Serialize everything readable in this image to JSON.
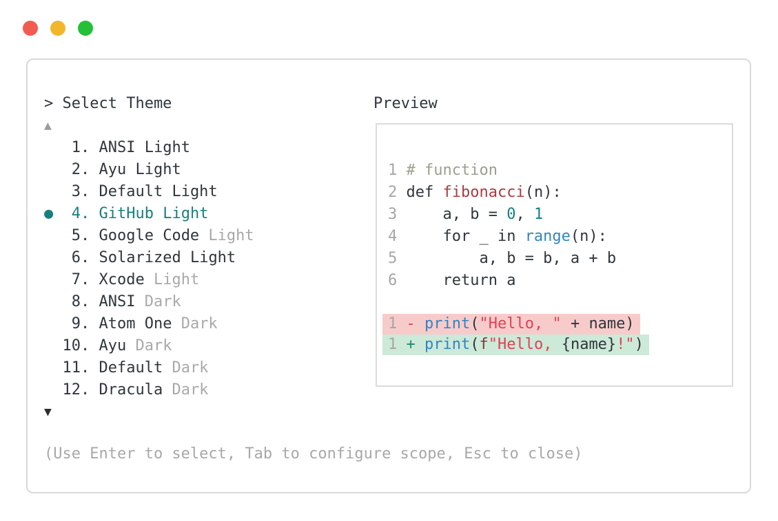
{
  "window": {
    "traffic_lights": [
      {
        "name": "close",
        "color": "#f25c50"
      },
      {
        "name": "minimize",
        "color": "#f1b62c"
      },
      {
        "name": "zoom",
        "color": "#24c038"
      }
    ]
  },
  "selector": {
    "prompt": "> Select Theme",
    "scroll_up": "▲",
    "scroll_down": "▼",
    "bullet": "●",
    "items": [
      {
        "num": "1",
        "name": "ANSI",
        "variant": "Light",
        "variant_dimmed": false,
        "selected": false
      },
      {
        "num": "2",
        "name": "Ayu",
        "variant": "Light",
        "variant_dimmed": false,
        "selected": false
      },
      {
        "num": "3",
        "name": "Default",
        "variant": "Light",
        "variant_dimmed": false,
        "selected": false
      },
      {
        "num": "4",
        "name": "GitHub",
        "variant": "Light",
        "variant_dimmed": false,
        "selected": true
      },
      {
        "num": "5",
        "name": "Google Code",
        "variant": "Light",
        "variant_dimmed": true,
        "selected": false
      },
      {
        "num": "6",
        "name": "Solarized",
        "variant": "Light",
        "variant_dimmed": false,
        "selected": false
      },
      {
        "num": "7",
        "name": "Xcode",
        "variant": "Light",
        "variant_dimmed": true,
        "selected": false
      },
      {
        "num": "8",
        "name": "ANSI",
        "variant": "Dark",
        "variant_dimmed": true,
        "selected": false
      },
      {
        "num": "9",
        "name": "Atom One",
        "variant": "Dark",
        "variant_dimmed": true,
        "selected": false
      },
      {
        "num": "10",
        "name": "Ayu",
        "variant": "Dark",
        "variant_dimmed": true,
        "selected": false
      },
      {
        "num": "11",
        "name": "Default",
        "variant": "Dark",
        "variant_dimmed": true,
        "selected": false
      },
      {
        "num": "12",
        "name": "Dracula",
        "variant": "Dark",
        "variant_dimmed": true,
        "selected": false
      }
    ],
    "hint": "(Use Enter to select, Tab to configure scope, Esc to close)"
  },
  "preview": {
    "label": "Preview",
    "code_lines": [
      {
        "num": "1",
        "tokens": [
          {
            "t": "# function",
            "c": "comment"
          }
        ]
      },
      {
        "num": "2",
        "tokens": [
          {
            "t": "def ",
            "c": "default"
          },
          {
            "t": "fibonacci",
            "c": "func"
          },
          {
            "t": "(n):",
            "c": "default"
          }
        ]
      },
      {
        "num": "3",
        "tokens": [
          {
            "t": "    a, b = ",
            "c": "default"
          },
          {
            "t": "0",
            "c": "num"
          },
          {
            "t": ", ",
            "c": "default"
          },
          {
            "t": "1",
            "c": "num"
          }
        ]
      },
      {
        "num": "4",
        "tokens": [
          {
            "t": "    for _ in ",
            "c": "default"
          },
          {
            "t": "range",
            "c": "call"
          },
          {
            "t": "(n):",
            "c": "default"
          }
        ]
      },
      {
        "num": "5",
        "tokens": [
          {
            "t": "        a, b = b, a + b",
            "c": "default"
          }
        ]
      },
      {
        "num": "6",
        "tokens": [
          {
            "t": "    return a",
            "c": "default"
          }
        ]
      }
    ],
    "diff_lines": [
      {
        "num": "1",
        "sign": "-",
        "sign_c": "sign_minus",
        "bg": "diff_minus_bg",
        "tokens": [
          {
            "t": "print",
            "c": "call"
          },
          {
            "t": "(",
            "c": "default"
          },
          {
            "t": "\"Hello, \"",
            "c": "str"
          },
          {
            "t": " + name)",
            "c": "default"
          }
        ]
      },
      {
        "num": "1",
        "sign": "+",
        "sign_c": "sign_plus",
        "bg": "diff_plus_bg",
        "tokens": [
          {
            "t": "print",
            "c": "call"
          },
          {
            "t": "(",
            "c": "default"
          },
          {
            "t": "f",
            "c": "fstr"
          },
          {
            "t": "\"Hello, ",
            "c": "str"
          },
          {
            "t": "{name}",
            "c": "default"
          },
          {
            "t": "!\"",
            "c": "str"
          },
          {
            "t": ")",
            "c": "default"
          }
        ]
      }
    ]
  },
  "colors": {
    "default": "#2f363c",
    "text": "#2f363c",
    "linenum": "#a6a6a6",
    "comment": "#9aa08e",
    "func": "#ad3a3e",
    "call": "#2f86c2",
    "num": "#15807d",
    "str": "#df4155",
    "fstr": "#7d3b40",
    "sign_minus": "#c24a44",
    "sign_plus": "#1f8a70",
    "accent": "#17807d",
    "dim": "#a9a9a9",
    "hint": "#a8a8a8",
    "scroll_up": "#9b9b9b",
    "scroll_down": "#2b2f33",
    "diff_minus_bg": "#f8cbcb",
    "diff_plus_bg": "#cde9d8"
  }
}
